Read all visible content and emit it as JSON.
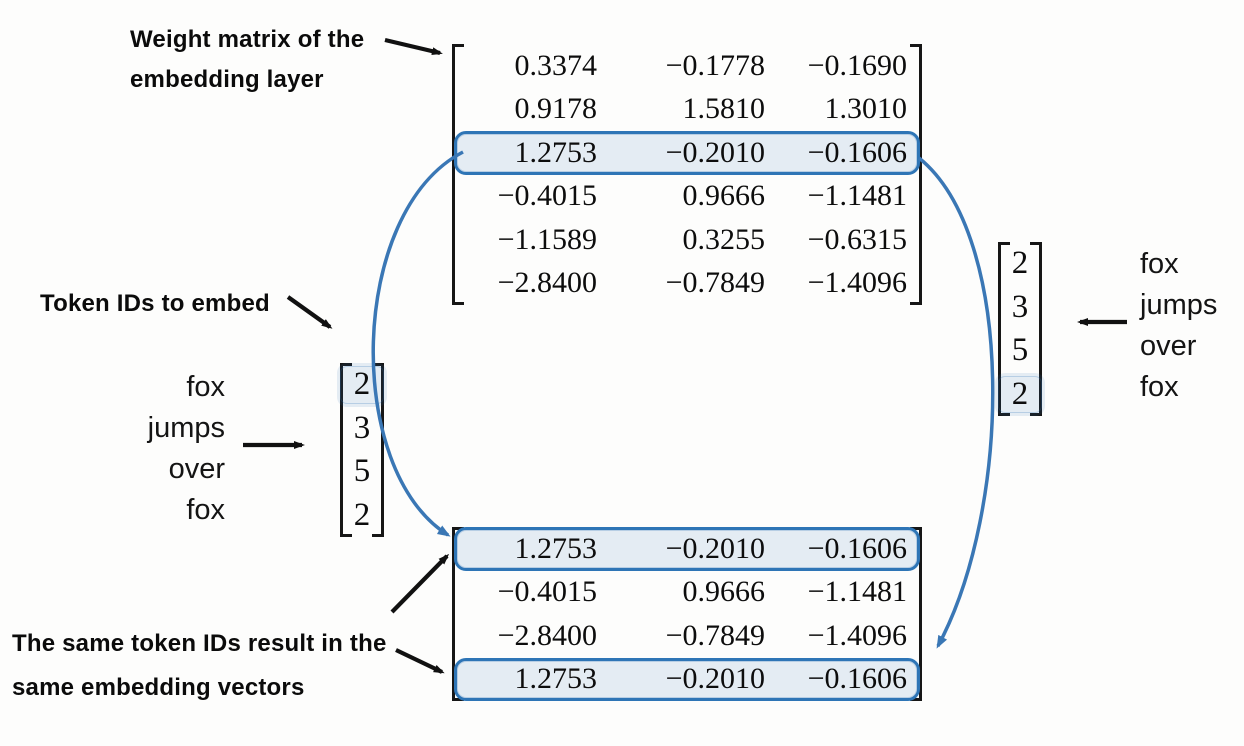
{
  "labels": {
    "weight_matrix_line1": "Weight matrix of the",
    "weight_matrix_line2": "embedding layer",
    "token_ids": "Token IDs to embed",
    "same_ids_line1": "The same token IDs result in the",
    "same_ids_line2": "same embedding vectors"
  },
  "embedding_matrix": {
    "rows": [
      [
        "0.3374",
        "−0.1778",
        "−0.1690"
      ],
      [
        "0.9178",
        "1.5810",
        "1.3010"
      ],
      [
        "1.2753",
        "−0.2010",
        "−0.1606"
      ],
      [
        "−0.4015",
        "0.9666",
        "−1.1481"
      ],
      [
        "−1.1589",
        "0.3255",
        "−0.6315"
      ],
      [
        "−2.8400",
        "−0.7849",
        "−1.4096"
      ]
    ],
    "highlighted_rows": [
      2
    ]
  },
  "output_matrix": {
    "rows": [
      [
        "1.2753",
        "−0.2010",
        "−0.1606"
      ],
      [
        "−0.4015",
        "0.9666",
        "−1.1481"
      ],
      [
        "−2.8400",
        "−0.7849",
        "−1.4096"
      ],
      [
        "1.2753",
        "−0.2010",
        "−0.1606"
      ]
    ],
    "highlighted_rows": [
      0,
      3
    ]
  },
  "left_token_vector": {
    "values": [
      "2",
      "3",
      "5",
      "2"
    ],
    "highlighted": [
      0
    ],
    "words": [
      "fox",
      "jumps",
      "over",
      "fox"
    ]
  },
  "right_token_vector": {
    "values": [
      "2",
      "3",
      "5",
      "2"
    ],
    "highlighted": [
      3
    ],
    "words": [
      "fox",
      "jumps",
      "over",
      "fox"
    ]
  },
  "colors": {
    "highlight_border": "#2e75b6",
    "highlight_fill": "rgba(46,117,182,0.12)",
    "curve": "#3a77b5",
    "arrow": "#111111"
  }
}
